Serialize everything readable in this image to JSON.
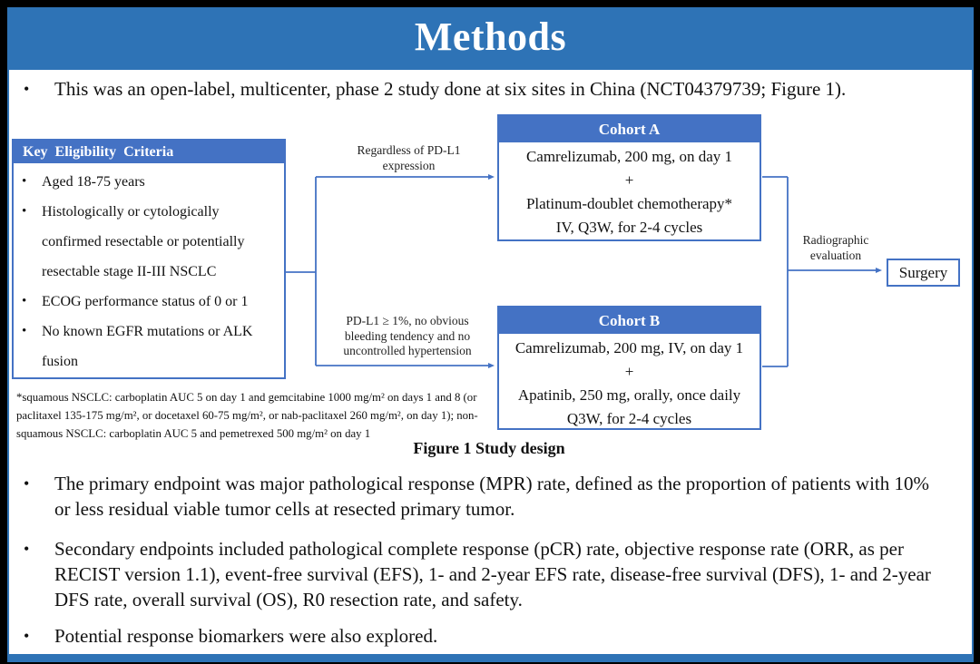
{
  "slide_title": "Methods",
  "intro_bullet": "This was an open-label, multicenter, phase 2 study done at six sites in China (NCT04379739; Figure 1).",
  "figure": {
    "eligibility": {
      "header": "Key Eligibility Criteria",
      "items": [
        "Aged 18-75 years",
        "Histologically or cytologically confirmed resectable or potentially resectable stage II-III NSCLC",
        "ECOG performance status of 0 or 1",
        "No known EGFR mutations or ALK fusion"
      ]
    },
    "cohort_a": {
      "condition": "Regardless of PD-L1 expression",
      "header": "Cohort A",
      "lines": [
        "Camrelizumab, 200 mg, on day 1",
        "+",
        "Platinum-doublet chemotherapy*",
        "IV, Q3W, for 2-4 cycles"
      ]
    },
    "cohort_b": {
      "condition": "PD-L1 ≥ 1%, no obvious bleeding tendency and no uncontrolled hypertension",
      "header": "Cohort B",
      "lines": [
        "Camrelizumab, 200 mg, IV, on day 1",
        "+",
        "Apatinib, 250 mg, orally, once daily",
        "Q3W, for 2-4 cycles"
      ]
    },
    "evaluation_label": "Radiographic evaluation",
    "surgery_label": "Surgery",
    "footnote": "*squamous NSCLC: carboplatin AUC 5 on day 1 and gemcitabine 1000 mg/m² on days 1 and 8 (or paclitaxel 135-175 mg/m², or docetaxel 60-75 mg/m², or nab-paclitaxel 260 mg/m², on day 1); non-squamous NSCLC: carboplatin AUC 5 and pemetrexed 500 mg/m² on day 1",
    "caption": "Figure 1 Study design"
  },
  "bullets": [
    "The primary endpoint was major pathological response (MPR) rate, defined as the proportion of patients with 10% or less residual viable tumor cells at resected primary tumor.",
    "Secondary endpoints included pathological complete response (pCR) rate, objective response rate (ORR, as per RECIST version 1.1), event-free survival (EFS), 1- and 2-year EFS rate, disease-free survival (DFS), 1- and 2-year DFS rate, overall survival (OS), R0 resection rate, and safety.",
    "Potential response biomarkers were also explored."
  ],
  "colors": {
    "title_bar_blue": "#2E73B6",
    "accent_blue": "#4472C4",
    "background": "#000000",
    "text": "#111111"
  }
}
